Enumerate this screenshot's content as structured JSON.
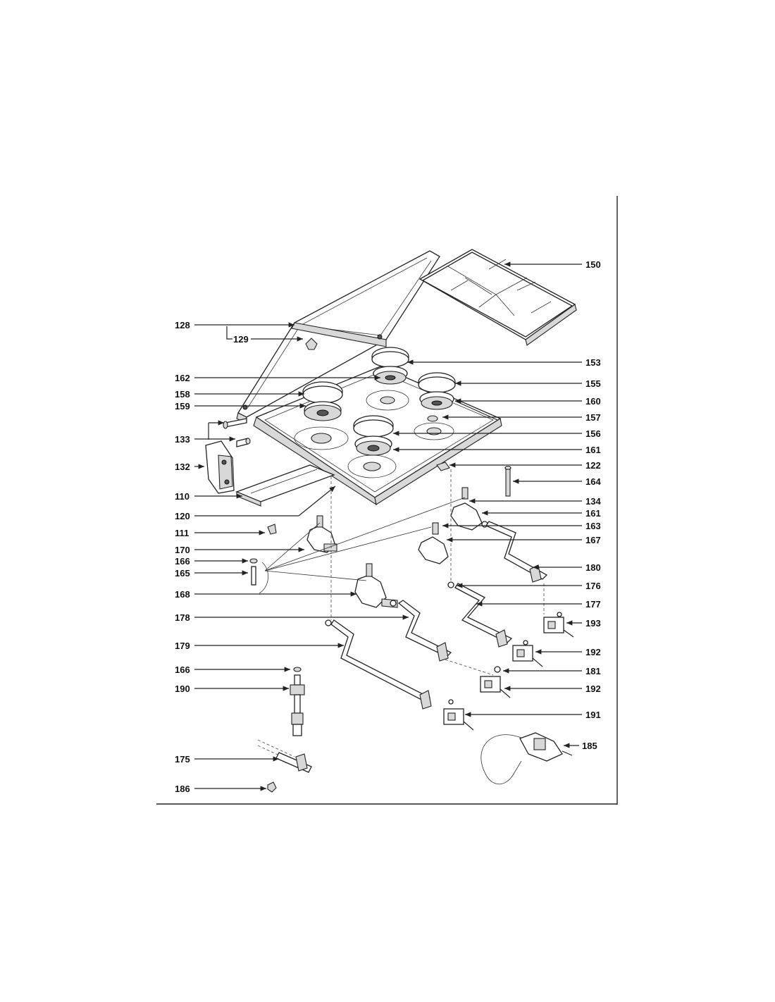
{
  "callouts": {
    "c110": "110",
    "c111": "111",
    "c120": "120",
    "c122": "122",
    "c128": "128",
    "c129": "129",
    "c132": "132",
    "c133": "133",
    "c134": "134",
    "c150": "150",
    "c153": "153",
    "c155": "155",
    "c156": "156",
    "c157": "157",
    "c158": "158",
    "c159": "159",
    "c160": "160",
    "c161a": "161",
    "c161b": "161",
    "c162": "162",
    "c163": "163",
    "c164": "164",
    "c165": "165",
    "c166a": "166",
    "c166b": "166",
    "c167": "167",
    "c168": "168",
    "c170": "170",
    "c175": "175",
    "c176": "176",
    "c177": "177",
    "c178": "178",
    "c179": "179",
    "c180": "180",
    "c181": "181",
    "c185": "185",
    "c186": "186",
    "c190": "190",
    "c191": "191",
    "c192a": "192",
    "c192b": "192",
    "c193": "193"
  }
}
